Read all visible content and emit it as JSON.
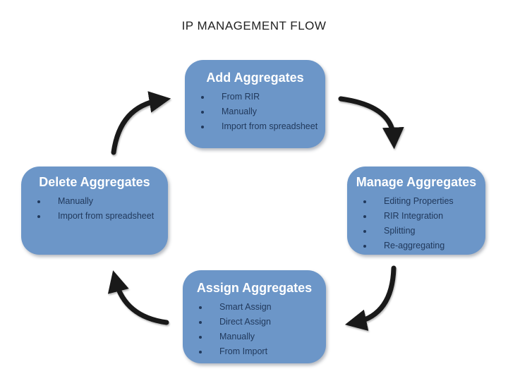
{
  "page": {
    "title": "IP MANAGEMENT FLOW"
  },
  "colors": {
    "page_bg": "#FFFFFF",
    "page_title_text": "#212121",
    "box_fill": "#6C96C8",
    "box_title_text": "#FFFFFF",
    "box_item_text": "#21395C",
    "arrow": "#191919"
  },
  "nodes": [
    {
      "id": "add-aggregates",
      "title": "Add Aggregates",
      "items": [
        "From RIR",
        "Manually",
        "Import from spreadsheet"
      ]
    },
    {
      "id": "manage-aggregates",
      "title": "Manage Aggregates",
      "items": [
        "Editing Properties",
        "RIR Integration",
        "Splitting",
        "Re-aggregating"
      ]
    },
    {
      "id": "assign-aggregates",
      "title": "Assign Aggregates",
      "items": [
        "Smart Assign",
        "Direct Assign",
        "Manually",
        "From Import"
      ]
    },
    {
      "id": "delete-aggregates",
      "title": "Delete Aggregates",
      "items": [
        "Manually",
        "Import from spreadsheet"
      ]
    }
  ],
  "flow": {
    "direction": "clockwise",
    "arrows": [
      {
        "from": "Add Aggregates",
        "to": "Manage Aggregates"
      },
      {
        "from": "Manage Aggregates",
        "to": "Assign Aggregates"
      },
      {
        "from": "Assign Aggregates",
        "to": "Delete Aggregates"
      },
      {
        "from": "Delete Aggregates",
        "to": "Add Aggregates"
      }
    ]
  }
}
